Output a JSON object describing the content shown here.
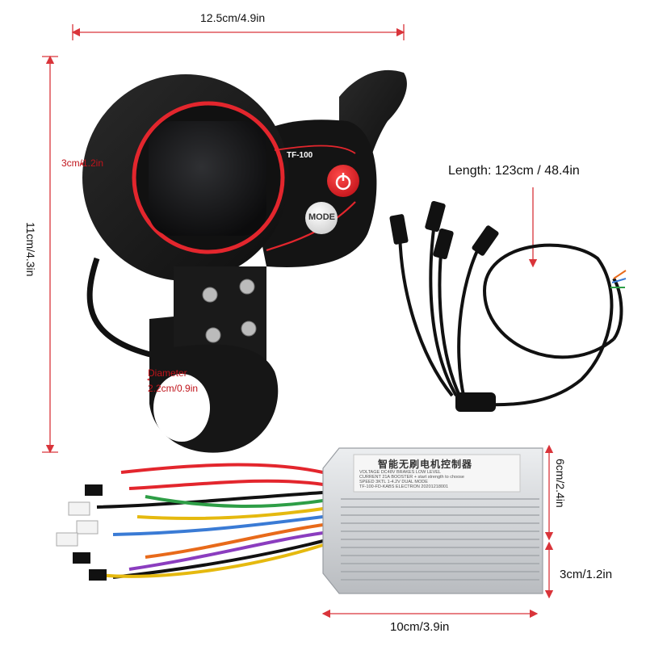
{
  "dimensions": {
    "display_width": "12.5cm/4.9in",
    "display_height": "11cm/4.3in",
    "screen_margin": "3cm/1.2in",
    "clamp_diameter_line1": "Diameter",
    "clamp_diameter_line2": "2.2cm/0.9in",
    "cable_length": "Length: 123cm / 48.4in",
    "controller_height": "6cm/2.4in",
    "controller_depth": "3cm/1.2in",
    "controller_width": "10cm/3.9in"
  },
  "display": {
    "model": "TF-100",
    "mode_button": "MODE"
  },
  "controller": {
    "title": "智能无刷电机控制器",
    "label_lines": [
      "VOLTAGE DC48V       BRAKES LOW LEVEL",
      "CURRENT 21A   BOOSTER + start strength to choose",
      "SPEED 3KTL 1-4.2V  DUAL MODE",
      "TF-100-FD-KABS ELECTRON   20201218001"
    ]
  },
  "colors": {
    "accent_red": "#e3262d",
    "body_black": "#141414",
    "aluminium": "#d7d9dc"
  }
}
